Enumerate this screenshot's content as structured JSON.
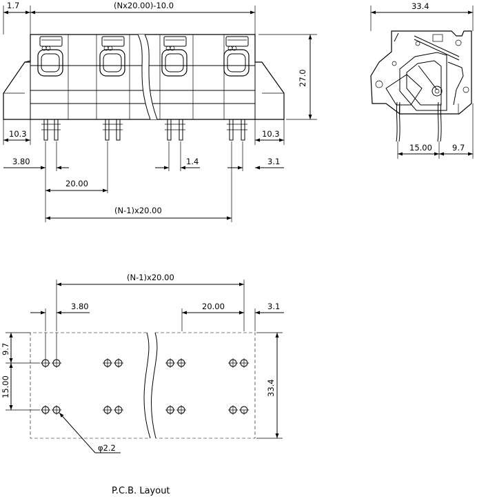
{
  "front_view": {
    "dims": {
      "top_left": "1.7",
      "top_overall": "(Nx20.00)-10.0",
      "height": "27.0",
      "left_overhang": "10.3",
      "right_overhang": "10.3",
      "pin_offset": "3.80",
      "pin_width": "1.4",
      "right_pin_offset": "3.1",
      "pitch": "20.00",
      "span": "(N-1)x20.00"
    }
  },
  "side_view": {
    "dims": {
      "depth": "33.4",
      "row_spacing": "15.00",
      "rear_offset": "9.7"
    }
  },
  "pcb_layout": {
    "caption": "P.C.B. Layout",
    "dims": {
      "span": "(N-1)x20.00",
      "pin_offset": "3.80",
      "pitch": "20.00",
      "right_offset": "3.1",
      "top_offset": "9.7",
      "row_spacing": "15.00",
      "depth": "33.4",
      "hole_diameter": "φ2.2"
    }
  }
}
